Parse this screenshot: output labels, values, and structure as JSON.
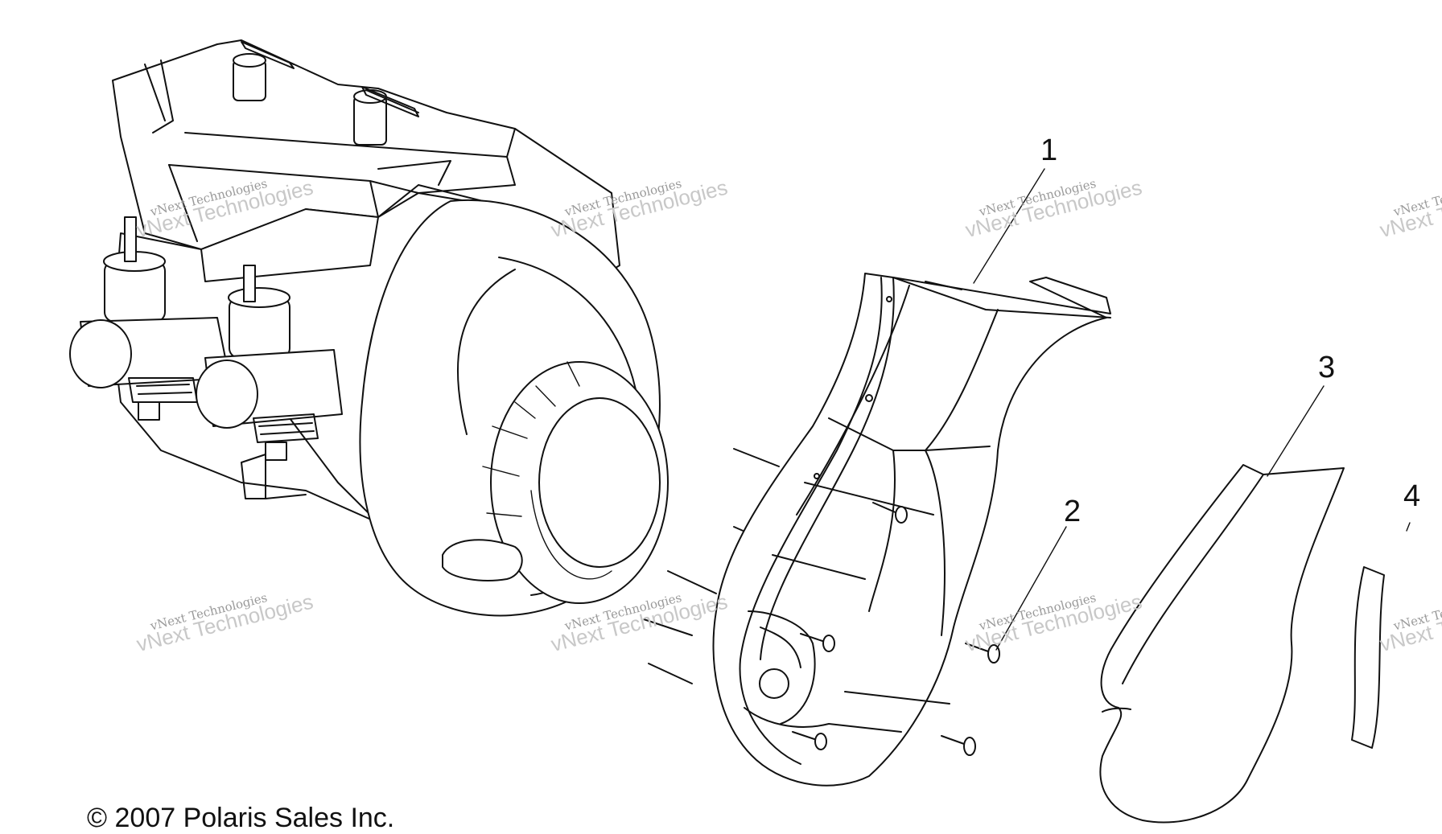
{
  "callouts": {
    "c1": "1",
    "c2": "2",
    "c3": "3",
    "c4": "4"
  },
  "watermark": {
    "line1": "vNext Technologies",
    "line2": "vNext Technologies"
  },
  "copyright": "© 2007 Polaris Sales Inc.",
  "colors": {
    "line": "#111111",
    "watermark": "#9a9a9a",
    "background": "#ffffff"
  }
}
